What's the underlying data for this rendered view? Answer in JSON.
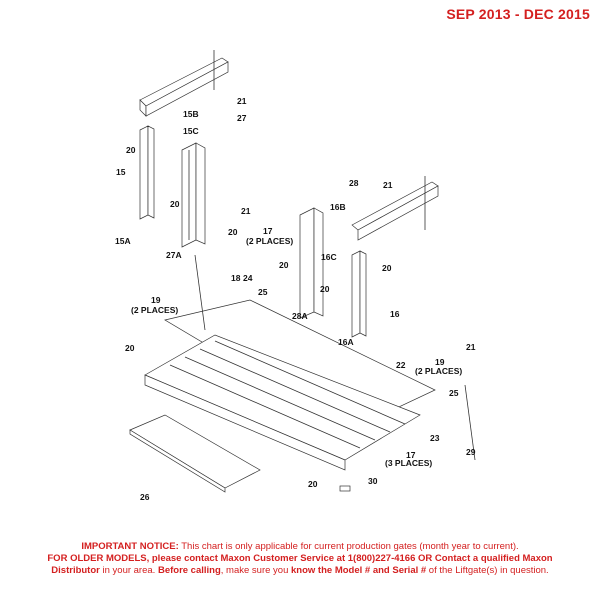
{
  "header": {
    "date_range": "SEP 2013 - DEC 2015"
  },
  "callouts": [
    "21",
    "15B",
    "15C",
    "27",
    "20",
    "15",
    "20",
    "15A",
    "27A",
    "20",
    "21",
    "17",
    "(2 PLACES)",
    "28",
    "16B",
    "21",
    "20",
    "16C",
    "20",
    "18",
    "24",
    "25",
    "20",
    "19",
    "(2 PLACES)",
    "28A",
    "16",
    "16A",
    "20",
    "21",
    "22",
    "19",
    "(2 PLACES)",
    "25",
    "23",
    "29",
    "17",
    "(3 PLACES)",
    "26",
    "20",
    "30"
  ],
  "notice": {
    "line1_bold": "IMPORTANT NOTICE:",
    "line1_rest": " This chart is only applicable for current production gates (month year to current).",
    "line2_bold": "FOR OLDER MODELS, please contact Maxon Customer Service at 1(800)227-4166 OR Contact a qualified Maxon",
    "line3_bold_a": "Distributor",
    "line3_rest_a": " in your area. ",
    "line3_bold_b": "Before calling",
    "line3_rest_b": ", make sure you ",
    "line3_bold_c": "know the Model # and Serial #",
    "line3_rest_c": " of the Liftgate(s) in question."
  }
}
